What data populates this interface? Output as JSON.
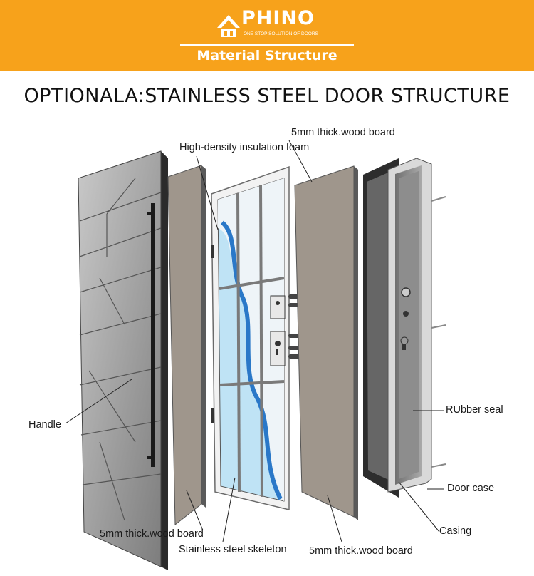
{
  "header": {
    "brand": "PHINO",
    "tagline": "ONE STOP SOLUTION OF DOORS",
    "section_title": "Material Structure"
  },
  "title": "OPTIONALA:STAINLESS STEEL DOOR STRUCTURE",
  "labels": {
    "top_board": "5mm thick.wood board",
    "foam": "High-density insulation foam",
    "handle": "Handle",
    "rubber_seal": "RUbber seal",
    "door_case": "Door case",
    "casing": "Casing",
    "front_board": "5mm thick.wood board",
    "skeleton": "Stainless steel skeleton",
    "back_board": "5mm thick.wood board"
  },
  "colors": {
    "header_bg": "#f7a21b",
    "door_panel": "#9b9b9b",
    "wood_board": "#9f968c",
    "frame": "#d9d9d9",
    "foam": "#9fd6f0"
  }
}
